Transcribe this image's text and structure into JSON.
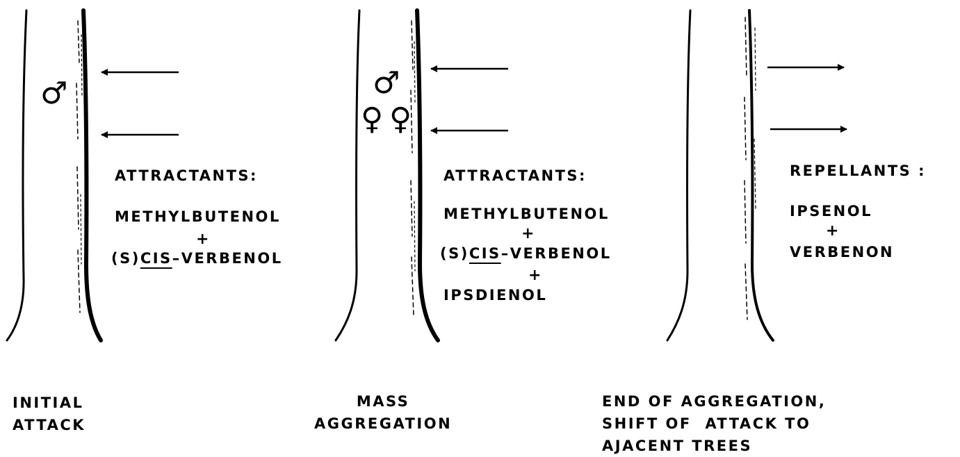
{
  "panels": [
    {
      "signal_heading": "ATTRACTANTS:",
      "compound_1": "METHYLBUTENOL",
      "plus_1": "+",
      "compound_2_prefix": "(S)",
      "compound_2_underlined": "CIS",
      "compound_2_suffix": "–VERBENOL",
      "caption_line_1": "INITIAL",
      "caption_line_2": "ATTACK",
      "male_symbol": "♂",
      "arrow_direction": "toward-tree"
    },
    {
      "signal_heading": "ATTRACTANTS:",
      "compound_1": "METHYLBUTENOL",
      "plus_1": "+",
      "compound_2_prefix": "(S)",
      "compound_2_underlined": "CIS",
      "compound_2_suffix": "–VERBENOL",
      "plus_2": "+",
      "compound_3": "IPSDIENOL",
      "caption_line_1": "MASS",
      "caption_line_2": "AGGREGATION",
      "male_symbol": "♂",
      "female_symbol": "♀",
      "arrow_direction": "toward-tree"
    },
    {
      "signal_heading": "REPELLANTS :",
      "compound_1": "IPSENOL",
      "plus_1": "+",
      "compound_2": "VERBENON",
      "caption_line_1": "END OF AGGREGATION,",
      "caption_line_2": "SHIFT OF  ATTACK TO",
      "caption_line_3": "AJACENT TREES",
      "arrow_direction": "away-from-tree"
    }
  ]
}
